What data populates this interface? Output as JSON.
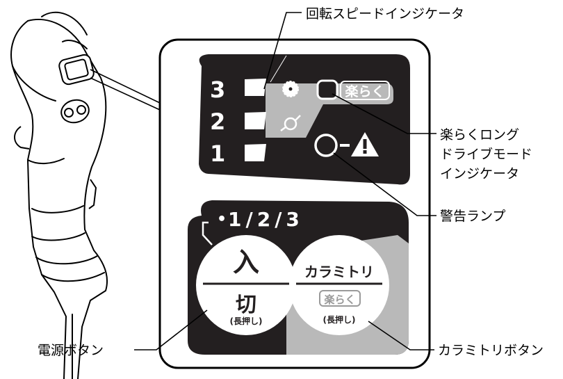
{
  "callouts": {
    "speed_indicator": "回転スピードインジケータ",
    "raku_indicator_line1": "楽らくロング",
    "raku_indicator_line2": "ドライブモード",
    "raku_indicator_line3": "インジケータ",
    "warning_lamp": "警告ランプ",
    "power_button": "電源ボタン",
    "karamitori_button": "カラミトリボタン"
  },
  "panel": {
    "speed_levels": [
      "3",
      "2",
      "1"
    ],
    "raku_badge": "楽らく",
    "cycle_label": "1/2/3",
    "power_on": "入",
    "power_off": "切",
    "long_press": "(長押し)",
    "karamitori_title": "カラミトリ",
    "karamitori_raku": "楽らく",
    "karamitori_long_press": "(長押し)"
  },
  "colors": {
    "panel_black": "#231f20",
    "gray": "#b0b0b0",
    "white": "#ffffff"
  }
}
